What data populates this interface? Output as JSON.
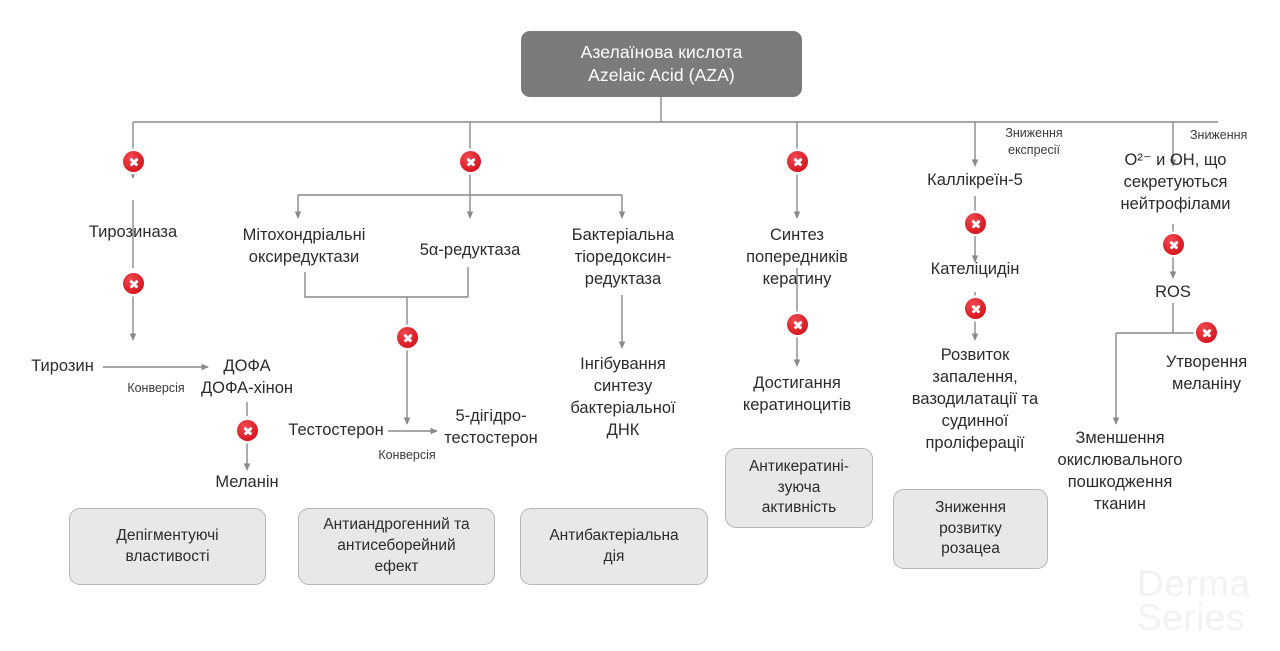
{
  "diagram": {
    "title_ua": "Азелаїнова кислота",
    "title_en": "Azelaic Acid (AZA)",
    "watermark": {
      "line1": "Derma",
      "line2": "Series"
    },
    "colors": {
      "header_fill": "#7b7b7b",
      "header_text": "#ffffff",
      "inhibit_marker": "#e01b24",
      "connector": "#8a8a8a",
      "outcome_fill": "#e8e8e8",
      "outcome_border": "#b6b6b6",
      "node_text": "#2b2b2b",
      "watermark": "#f2f2f4"
    }
  },
  "nodes": {
    "tyrosinase": "Тирозиназа",
    "tyrosine": "Тирозин",
    "conversion_1": "Конверсія",
    "dopa": "ДОФА\nДОФА-хінон",
    "melanin": "Меланін",
    "mito_oxidoreductases": "Мітохондріальні\nоксиредуктази",
    "five_alpha_reductase": "5α-редуктаза",
    "testosterone": "Тестостерон",
    "conversion_2": "Конверсія",
    "dht": "5-дігідро-\nтестостерон",
    "bacterial_thioredoxin_reductase": "Бактеріальна\nтіоредоксин-\nредуктаза",
    "dna_synthesis_inhibition": "Інгібування\nсинтезу\nбактеріальної\nДНК",
    "keratin_precursor_synthesis": "Синтез\nпопередників\nкератину",
    "keratinocyte_maturation": "Достигання\nкератиноцитів",
    "expression_decrease": "Зниження\nекспресії",
    "kallikrein_5": "Каллікреїн-5",
    "cathelicidin": "Кателіцидін",
    "inflammation_development": "Розвиток\nзапалення,\nвазодилатації та\nсудинної\nпроліферації",
    "decrease": "Зниження",
    "neutrophil_radicals": "O²⁻ и ОН, що\nсекретуються\nнейтрофілами",
    "ros": "ROS",
    "melanin_formation": "Утворення\nмеланіну",
    "oxidative_damage_reduction": "Зменшення\nокислювального\nпошкодження\nтканин"
  },
  "outcomes": [
    {
      "id": "depigmenting",
      "label": "Депігментуючі\nвластивості"
    },
    {
      "id": "antiandrogenic",
      "label": "Антиандрогенний та\nантисеборейний\nефект"
    },
    {
      "id": "antibacterial",
      "label": "Антибактеріальна\nдія"
    },
    {
      "id": "antikeratinizing",
      "label": "Антикератині-\nзуюча\nактивність"
    },
    {
      "id": "rosacea",
      "label": "Зниження\nрозвитку\nрозацеа"
    }
  ]
}
